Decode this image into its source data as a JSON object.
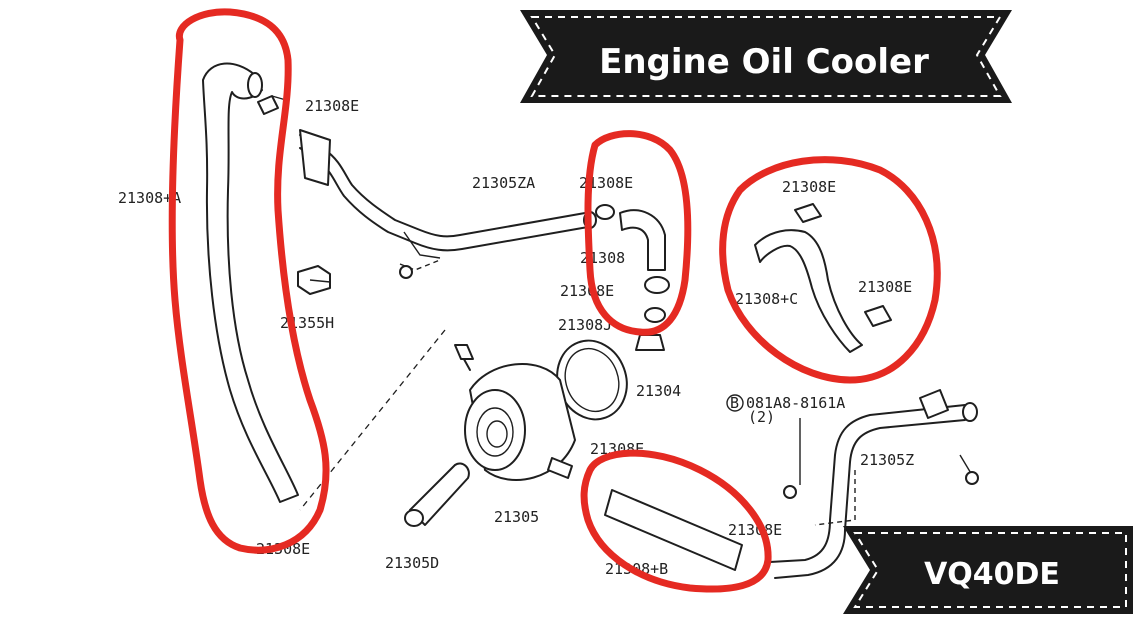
{
  "banner_top": {
    "title": "Engine Oil Cooler",
    "bg_color": "#1a1a1a"
  },
  "banner_bottom": {
    "title": "VQ40DE",
    "bg_color": "#1a1a1a"
  },
  "highlight_color": "#e52a22",
  "labels": {
    "clamp_top": "21308E",
    "hose_a": "21308+A",
    "pipe_upper": "21305ZA",
    "clamp_mid_top": "21308E",
    "hose_mid": "21308",
    "clamp_mid_bottom": "21308E",
    "clamp_right_top": "21308E",
    "hose_c": "21308+C",
    "clamp_right_bottom": "21308E",
    "bracket_clip": "21355H",
    "connector": "21308J",
    "gasket": "21304",
    "bolt_ref": "081A8-8161A",
    "bolt_qty": "(2)",
    "bolt_circle": "B",
    "pipe_lower": "21305Z",
    "cooler": "21305",
    "connector_bolt": "21305D",
    "clamp_bottom_left": "21308E",
    "clamp_bottom_right": "21308E",
    "hose_b": "21308+B",
    "connector_lower": "21308E"
  }
}
